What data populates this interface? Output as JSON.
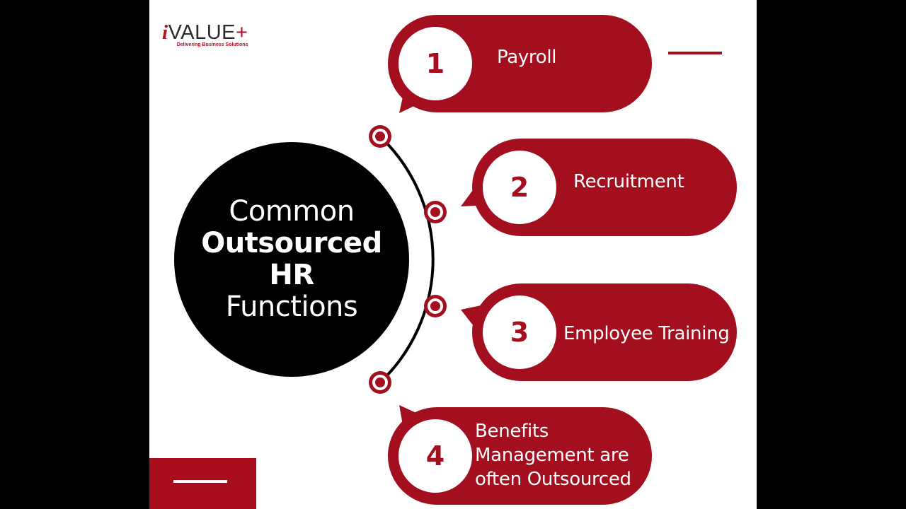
{
  "logo": {
    "prefix": "i",
    "main": "VALUE",
    "suffix": "+",
    "tagline": "Delivering Business Solutions"
  },
  "hub": {
    "line1": "Common",
    "line2": "Outsourced",
    "line3": "HR",
    "line4": "Functions"
  },
  "items": [
    {
      "number": "1",
      "label": "Payroll"
    },
    {
      "number": "2",
      "label": "Recruitment"
    },
    {
      "number": "3",
      "label": "Employee Training"
    },
    {
      "number": "4",
      "label_lines": [
        "Benefits",
        "Management are",
        "often Outsourced"
      ]
    }
  ],
  "colors": {
    "accent": "#a30f1e",
    "hub": "#000000",
    "background": "#ffffff"
  }
}
